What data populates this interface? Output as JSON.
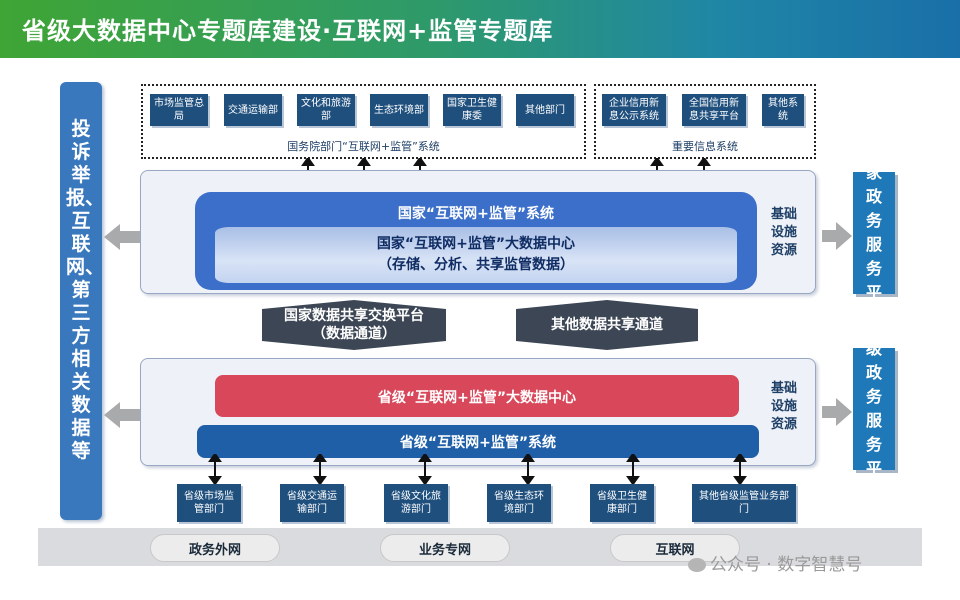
{
  "header": {
    "title": "省级大数据中心专题库建设·互联网+监管专题库"
  },
  "left_bar": {
    "text": "投诉举报、互联网、第三方相关数据等"
  },
  "national_depts": {
    "items": [
      "市场监管总局",
      "交通运输部",
      "文化和旅游部",
      "生态环境部",
      "国家卫生健康委",
      "其他部门"
    ],
    "caption": "国务院部门“互联网+监管”系统"
  },
  "info_systems": {
    "items": [
      "企业信用新息公示系统",
      "全国信用新息共享平台",
      "其他系统"
    ],
    "caption": "重要信息系统"
  },
  "national_panel": {
    "system_title": "国家“互联网+监管”系统",
    "center_title": "国家“互联网+监管”大数据中心",
    "center_sub": "（存储、分析、共享监管数据）",
    "infra_label": "基础设施资源"
  },
  "exchange": {
    "left": "国家数据共享交换平台（数据通道）",
    "right": "其他数据共享通道"
  },
  "provincial_panel": {
    "center_title": "省级“互联网+监管”大数据中心",
    "system_title": "省级“互联网+监管”系统",
    "infra_label": "基础设施资源"
  },
  "right_boxes": {
    "national": "国家政务服务平台",
    "provincial": "省级政务服务平台"
  },
  "provincial_depts": {
    "items": [
      "省级市场监管部门",
      "省级交通运输部门",
      "省级文化旅游部门",
      "省级生态环境部门",
      "省级卫生健康部门",
      "其他省级监管业务部门"
    ]
  },
  "networks": [
    "政务外网",
    "业务专网",
    "互联网"
  ],
  "watermark": "公众号 · 数字智慧号"
}
